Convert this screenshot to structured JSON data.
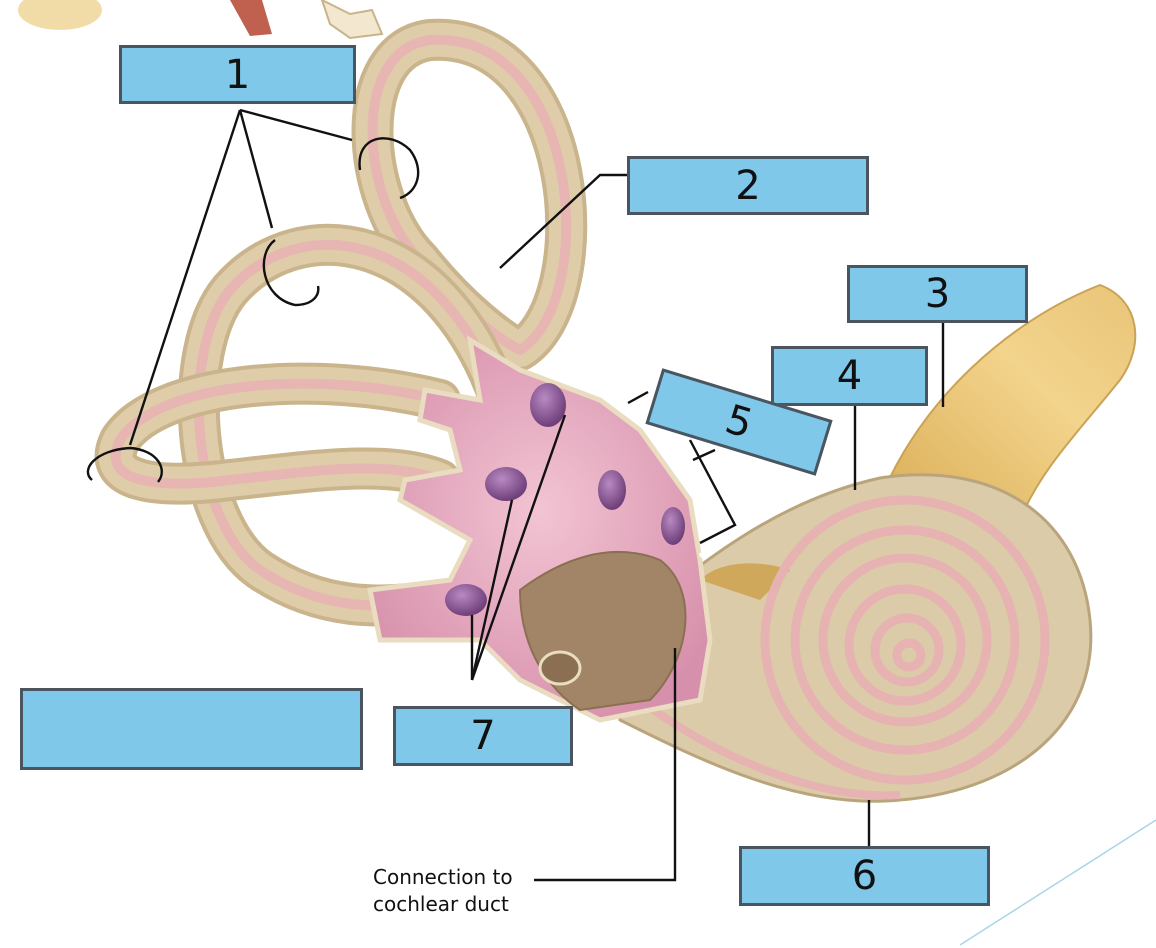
{
  "diagram": {
    "labels": [
      "1",
      "2",
      "3",
      "4",
      "5",
      "6",
      "7",
      ""
    ],
    "caption": "Connection to\ncochlear duct"
  },
  "colors": {
    "box_fill": "#7fc8ea",
    "box_border": "#4a5560",
    "canal_outer": "#d8c8a4",
    "canal_inner": "#e7b6b3",
    "vestibule": "#e8acc0",
    "ampulla_spot": "#8e5b95",
    "cochlea": "#dfd0ae",
    "nerve": "#e6c270",
    "cavity": "#a28566"
  }
}
